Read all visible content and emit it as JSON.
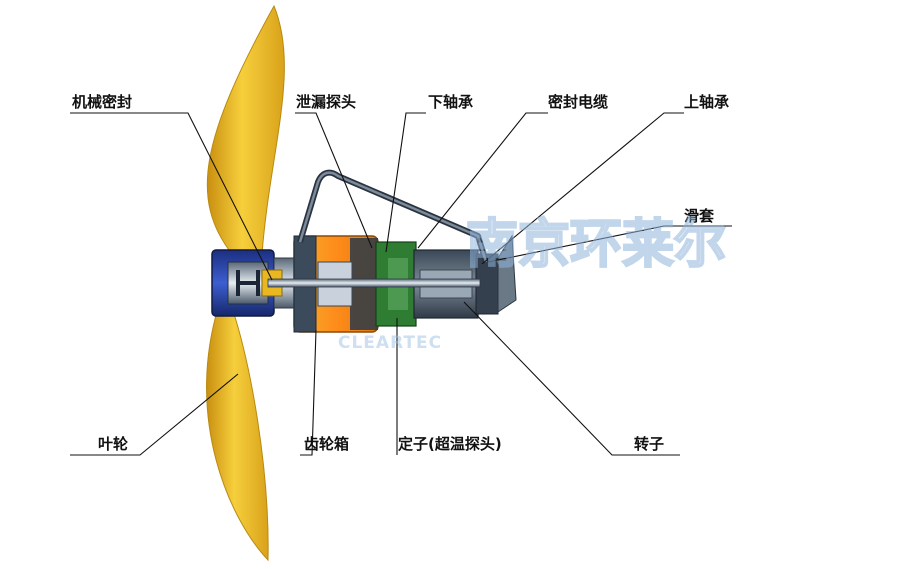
{
  "labels": {
    "mechanical_seal": "机械密封",
    "leak_probe": "泄漏探头",
    "lower_bearing": "下轴承",
    "sealed_cable": "密封电缆",
    "upper_bearing": "上轴承",
    "sliding_sleeve": "滑套",
    "impeller": "叶轮",
    "gearbox": "齿轮箱",
    "stator": "定子(超温探头)",
    "rotor": "转子"
  },
  "watermark": {
    "company_cn": "南京环莱尔",
    "company_en": "CLEARTEC"
  },
  "colors": {
    "blade": "#f2c52e",
    "hub": "#2d49b0",
    "gearbox": "#f5a623",
    "motor_green": "#2e7d32",
    "frame": "#4a5868",
    "watermark": "#8fb4dc"
  }
}
